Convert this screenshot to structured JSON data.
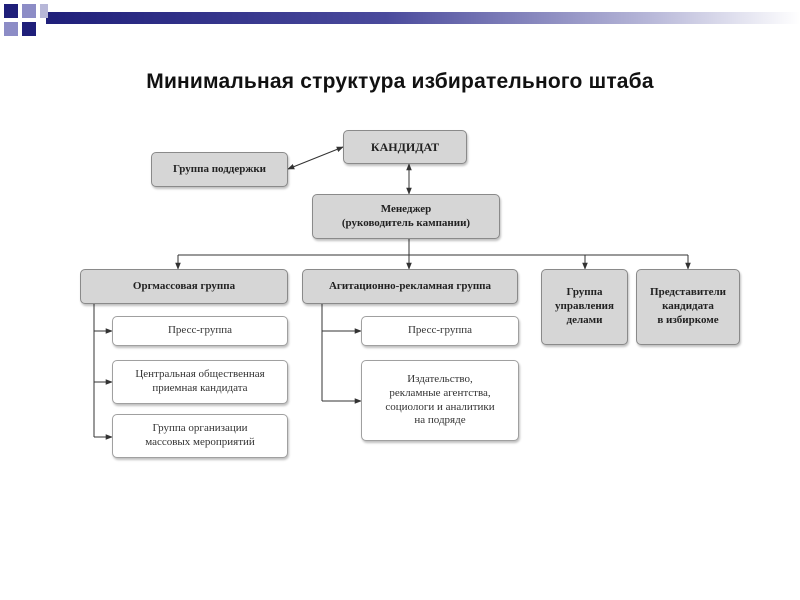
{
  "title": "Минимальная структура избирательного штаба",
  "colors": {
    "header_dark": "#1f1f7a",
    "header_mid": "#6b6bb3",
    "box_fill": "#d6d6d6",
    "box_border": "#8a8a8a",
    "line": "#333333"
  },
  "nodes": {
    "candidate": "КАНДИДАТ",
    "support_group": "Группа поддержки",
    "manager": "Менеджер\n(руководитель кампании)",
    "org_group": "Оргмассовая группа",
    "agit_group": "Агитационно-рекламная группа",
    "affairs_group": "Группа\nуправления\nделами",
    "representatives": "Представители\nкандидата\nв избиркоме",
    "org_press": "Пресс-группа",
    "org_reception": "Центральная общественная\nприемная кандидата",
    "org_events": "Группа организации\nмассовых мероприятий",
    "agit_press": "Пресс-группа",
    "agit_publishing": "Издательство,\nрекламные агентства,\nсоциологи и аналитики\nна подряде"
  }
}
